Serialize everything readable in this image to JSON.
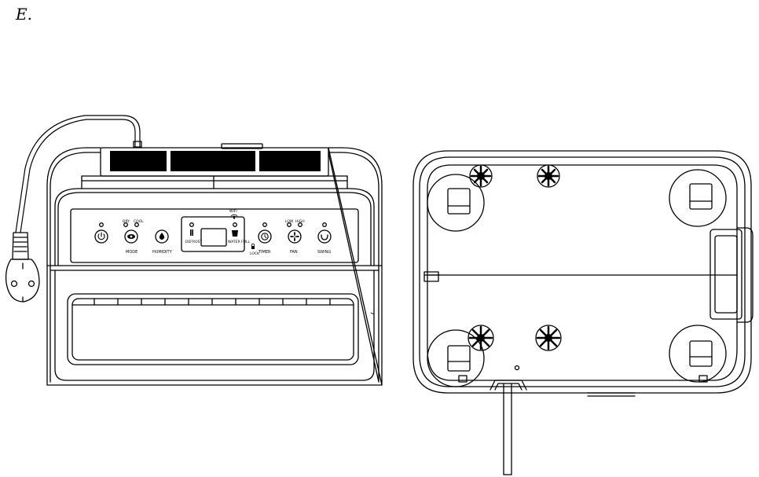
{
  "figure_label": "E.",
  "front_view": {
    "indicator_labels": {
      "mode_dry": "DRY",
      "mode_cool": "COOL",
      "wifi": "WIFI",
      "fan_low": "LOW",
      "fan_high": "HIGH"
    },
    "button_labels": {
      "mode": "MODE",
      "humidity": "HUMIDITY",
      "timer": "TIMER",
      "fan": "FAN",
      "swing": "SWING"
    },
    "display_labels": {
      "defrost": "DEFROST",
      "water_full": "WATER FULL",
      "lock": "LOCK"
    }
  }
}
